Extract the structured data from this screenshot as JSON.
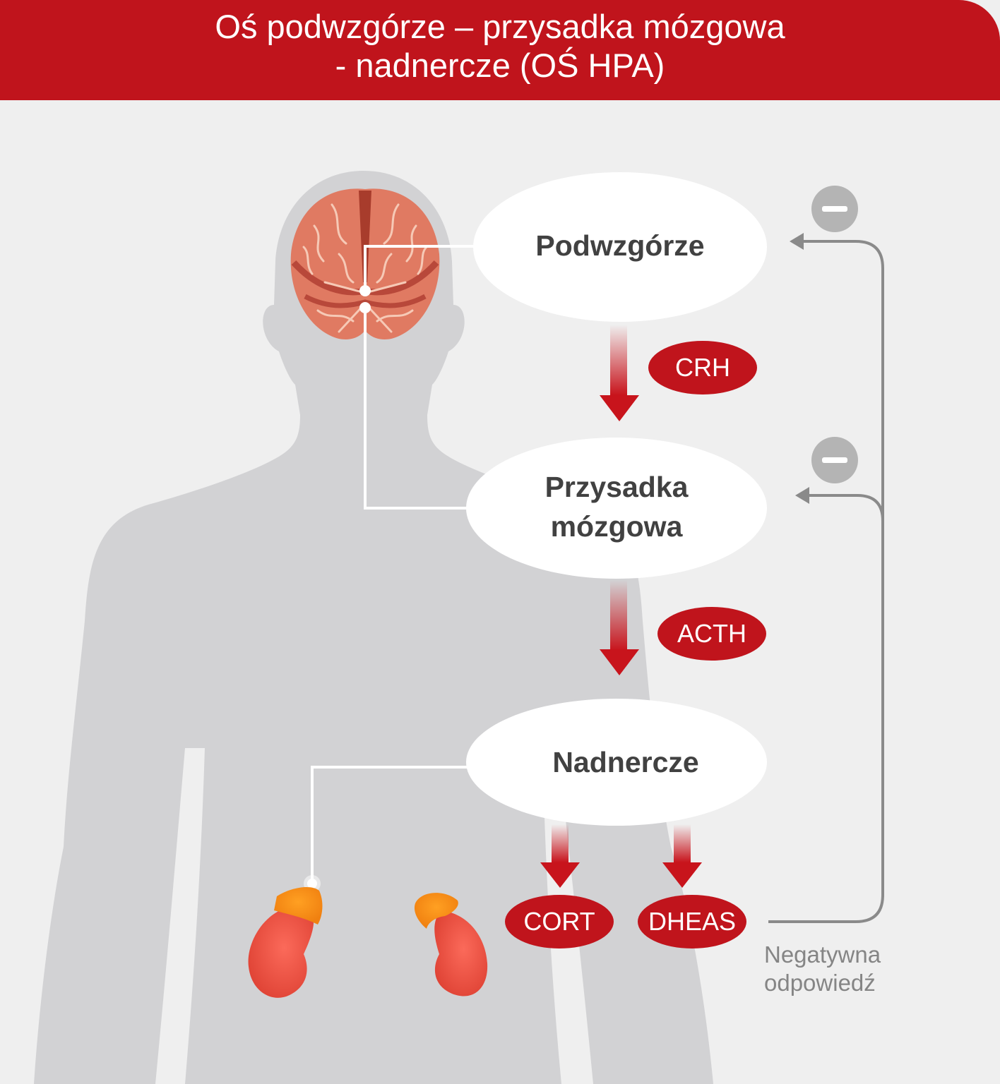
{
  "header": {
    "title_line1": "Oś podwzgórze – przysadka mózgowa",
    "title_line2": "- nadnercze (OŚ HPA)"
  },
  "nodes": {
    "hypothalamus": "Podwzgórze",
    "pituitary_line1": "Przysadka",
    "pituitary_line2": "mózgowa",
    "adrenal": "Nadnercze"
  },
  "hormones": {
    "crh": "CRH",
    "acth": "ACTH",
    "cort": "CORT",
    "dheas": "DHEAS"
  },
  "feedback": {
    "line1": "Negatywna",
    "line2": "odpowiedź",
    "sign": "−"
  },
  "colors": {
    "brand_red": "#c0141c",
    "arrow_red": "#c8141c",
    "silhouette": "#d2d2d4",
    "background": "#efefef",
    "feedback_gray": "#8a8a8a",
    "brain": "#e07a62",
    "kidney": "#f0574a",
    "adrenal_gland": "#f7931e"
  }
}
